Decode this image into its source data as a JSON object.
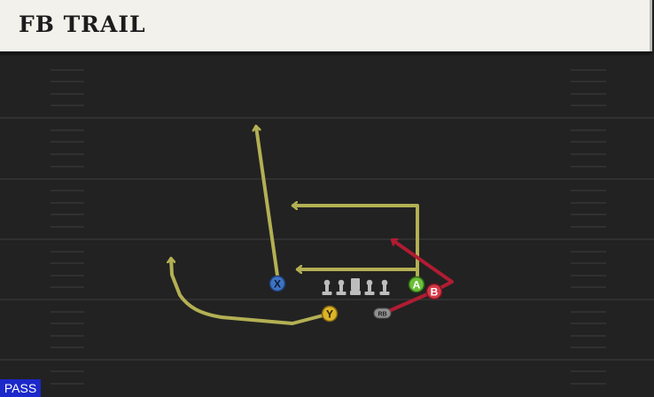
{
  "header": {
    "play_name": "FB TRAIL"
  },
  "badge": {
    "mode": "PASS"
  },
  "players": {
    "x": "X",
    "a": "A",
    "b": "B",
    "y": "Y",
    "rb": "RB"
  },
  "colors": {
    "route": "#b3b054",
    "block": "#b01c32",
    "player_x": "#3d73c3",
    "player_a": "#6dbf3a",
    "player_b": "#d63a48",
    "player_y": "#ddb427",
    "player_rb": "#909090",
    "badge": "#1c28c9"
  }
}
